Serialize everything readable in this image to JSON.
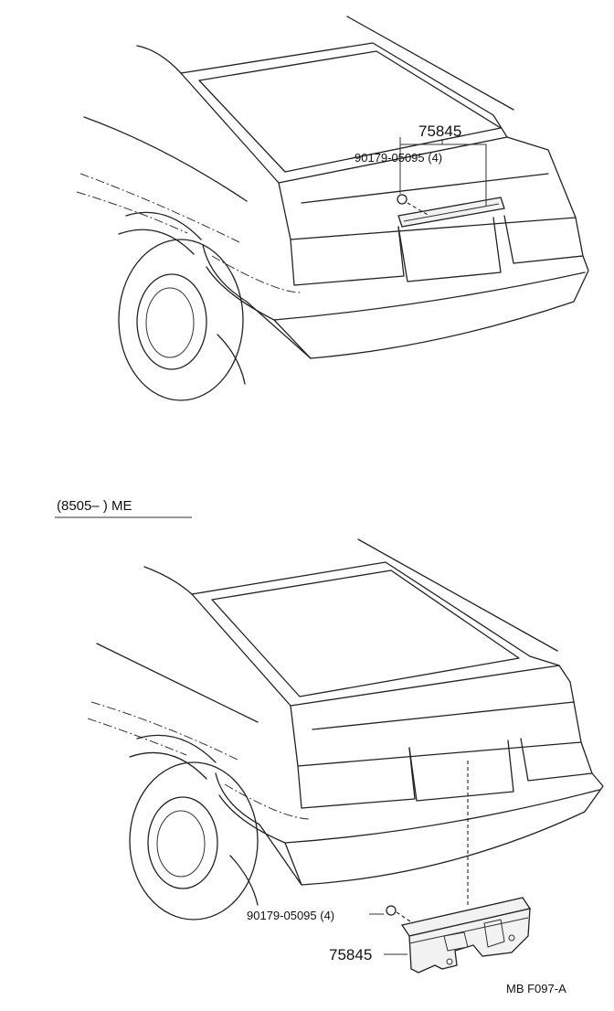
{
  "top_view": {
    "part_label": "75845",
    "bolt_label": "90179-05095 (4)"
  },
  "bottom_view": {
    "applicability_label": "(8505–       ) ME",
    "part_label": "75845",
    "bolt_label": "90179-05095  (4)"
  },
  "footer": {
    "code": "MB  F097-A"
  }
}
